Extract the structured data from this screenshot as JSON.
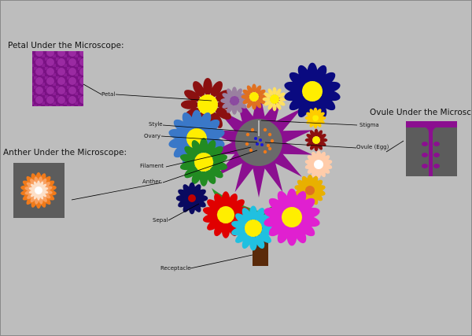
{
  "headings": {
    "petal_title": "Petal Under the Microscope:",
    "anther_title": "Anther Under the Microscope:",
    "ovule_title": "Ovule Under the Microscope:"
  },
  "labels": {
    "petal": "Petal",
    "style": "Style",
    "ovary": "Ovary",
    "filament": "Filament",
    "anther": "Anther",
    "sepal": "Sepal",
    "receptacle": "Receptacle",
    "stigma": "Stigma",
    "ovule": "Ovule (Egg)"
  },
  "colors": {
    "background": "#bdbdbd",
    "central_flower": "#8b0f90",
    "stem": "#5a2a0a",
    "leaf": "#2e9a2e",
    "ovary_disc": "#6a6a6a",
    "anther_orange": "#f07a1a"
  }
}
